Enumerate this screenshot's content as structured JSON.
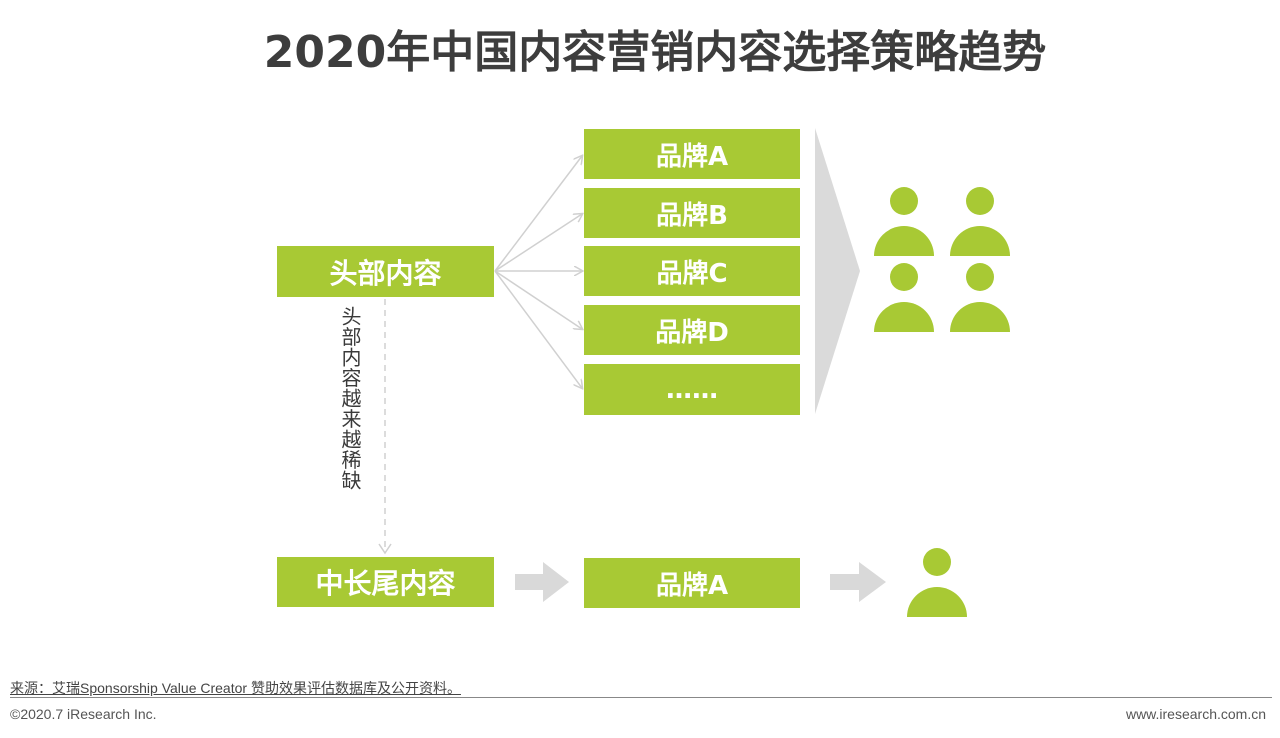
{
  "title": "2020年中国内容营销内容选择策略趋势",
  "head_content": "头部内容",
  "vertical_note": "头部内容越来越稀缺",
  "longtail_content": "中长尾内容",
  "head_brands": [
    "品牌A",
    "品牌B",
    "品牌C",
    "品牌D",
    "……"
  ],
  "longtail_brand": "品牌A",
  "source": "来源：艾瑞Sponsorship Value Creator 赞助效果评估数据库及公开资料。",
  "copyright": "©2020.7 iResearch Inc.",
  "website": "www.iresearch.com.cn",
  "colors": {
    "green": "#a8c934",
    "arrow_gray": "#d9d9d9",
    "line_gray": "#d0d0d0"
  }
}
